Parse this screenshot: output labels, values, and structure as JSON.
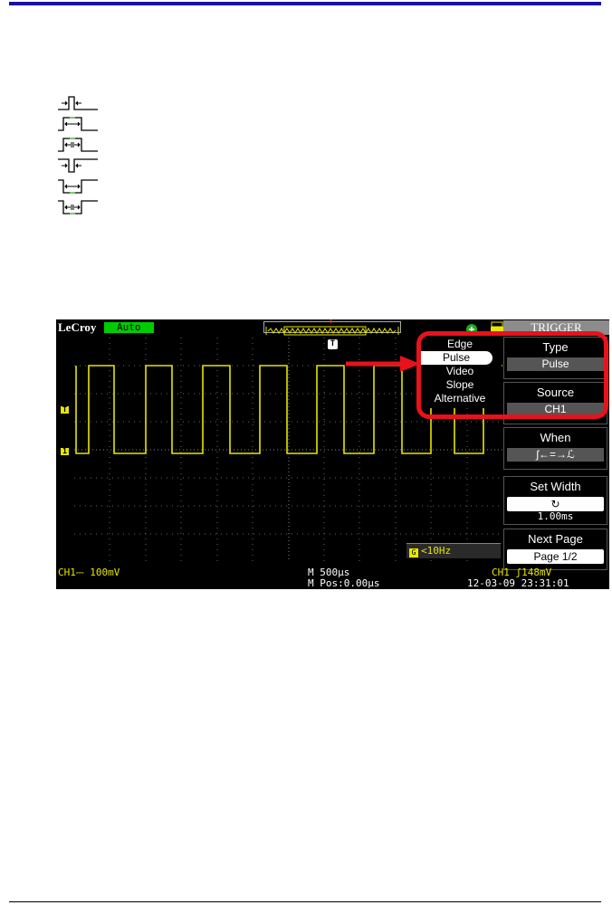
{
  "scope": {
    "brand": "LeCroy",
    "mode": "Auto",
    "menu_title": "TRIGGER",
    "trigger_types": [
      "Edge",
      "Pulse",
      "Video",
      "Slope",
      "Alternative"
    ],
    "selected_type": "Pulse",
    "panels": {
      "type_label": "Type",
      "type_value": "Pulse",
      "source_label": "Source",
      "source_value": "CH1",
      "when_label": "When",
      "when_value": "ʃ←=→ℒ",
      "setwidth_label": "Set Width",
      "setwidth_value": "1.00ms",
      "nextpage_label": "Next Page",
      "nextpage_value": "Page 1/2"
    },
    "status": {
      "ch1": "CH1⎓ 100mV",
      "timebase": "M 500μs",
      "mpos": "M Pos:0.00μs",
      "trigger_level": "CH1 ʃ148mV",
      "datetime": "12-03-09 23:31:01",
      "frequency": "<10Hz"
    },
    "marker_trigger": "T",
    "marker_channel": "1",
    "marker_time": "T",
    "freq_icon": "G",
    "colors": {
      "trace": "#e6e600",
      "highlight": "#e8121b",
      "mode": "#00cc00",
      "rule": "#1a10a8"
    }
  }
}
